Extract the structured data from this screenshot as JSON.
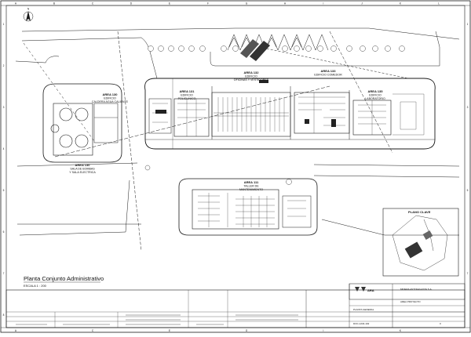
{
  "drawing": {
    "title": "Planta Conjunto Administrativo",
    "scale": "ESCALA 1 : 200"
  },
  "grid": {
    "columns": [
      "A",
      "B",
      "C",
      "D",
      "E",
      "F",
      "G",
      "H",
      "I",
      "J",
      "K",
      "L"
    ],
    "rows": [
      "1",
      "2",
      "3",
      "4",
      "5",
      "6",
      "7",
      "8"
    ]
  },
  "areas": [
    {
      "id": "a1",
      "l1": "AREA 132",
      "l2": "EDIFICIO",
      "l3": "OFICINAS Y VESTIDORES"
    },
    {
      "id": "a2",
      "l1": "AREA 133",
      "l2": "EDIFICIO COMEDOR",
      "l3": ""
    },
    {
      "id": "a3",
      "l1": "AREA 130",
      "l2": "EDIFICIO",
      "l3": "CALDERA AGUA CALIENTE"
    },
    {
      "id": "a4",
      "l1": "AREA 131",
      "l2": "EDIFICIO",
      "l3": "POLICLINICO"
    },
    {
      "id": "a5",
      "l1": "AREA 135",
      "l2": "EDIFICIO",
      "l3": "LABORATORIO"
    },
    {
      "id": "a6",
      "l1": "AREA 130",
      "l2": "SALA DE BOMBAS",
      "l3": "Y SALA ELECTRICA"
    },
    {
      "id": "a7",
      "l1": "AREA 111",
      "l2": "TALLER DE",
      "l3": "MANTENIMIENTO"
    }
  ],
  "key_plan": {
    "title": "PLANO CLAVE"
  },
  "north_label": "N",
  "title_block": {
    "company": "ARA",
    "client": "MINERA ANTOFAGASTA S.A.",
    "project": "AREA PROYECTO",
    "sheet": "PLANTA GENERAL",
    "drawing_no": "DOC-1234-102",
    "rev": "0"
  },
  "colors": {
    "ink": "#1a1a1a",
    "hatch": "#6b6b6b",
    "paper": "#ffffff"
  }
}
